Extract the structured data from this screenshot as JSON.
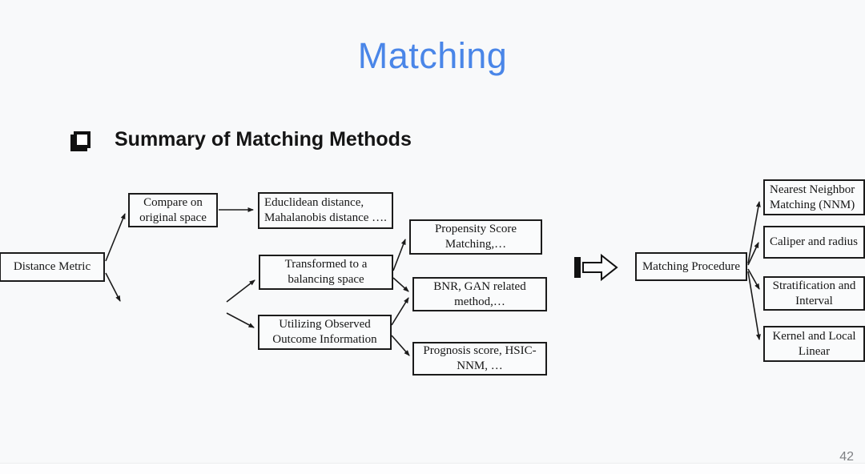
{
  "slide": {
    "title": "Matching",
    "page_number": "42",
    "accent_color": "#4a86e8"
  },
  "heading": {
    "bullet_icon": "checkbox-bullet",
    "text": "Summary of Matching Methods"
  },
  "diagram": {
    "boxes": {
      "distance_metric": "Distance Metric",
      "compare_original": "Compare on\noriginal space",
      "euclidean": "Educlidean distance,\nMahalanobis distance ….",
      "balancing": "Transformed to a\nbalancing space",
      "outcome": "Utilizing Observed\nOutcome Information",
      "propensity": "Propensity Score\nMatching,…",
      "bnr_gan": "BNR, GAN related\nmethod,…",
      "prognosis": "Prognosis score, HSIC-\nNNM, …",
      "procedure": "Matching Procedure",
      "nnm": "Nearest Neighbor\nMatching (NNM)",
      "caliper": "Caliper and radius",
      "stratification": "Stratification and\nInterval",
      "kernel": "Kernel and Local\nLinear"
    },
    "big_arrow_icon": "block-arrow-right",
    "line_color": "#1b1b1b"
  }
}
